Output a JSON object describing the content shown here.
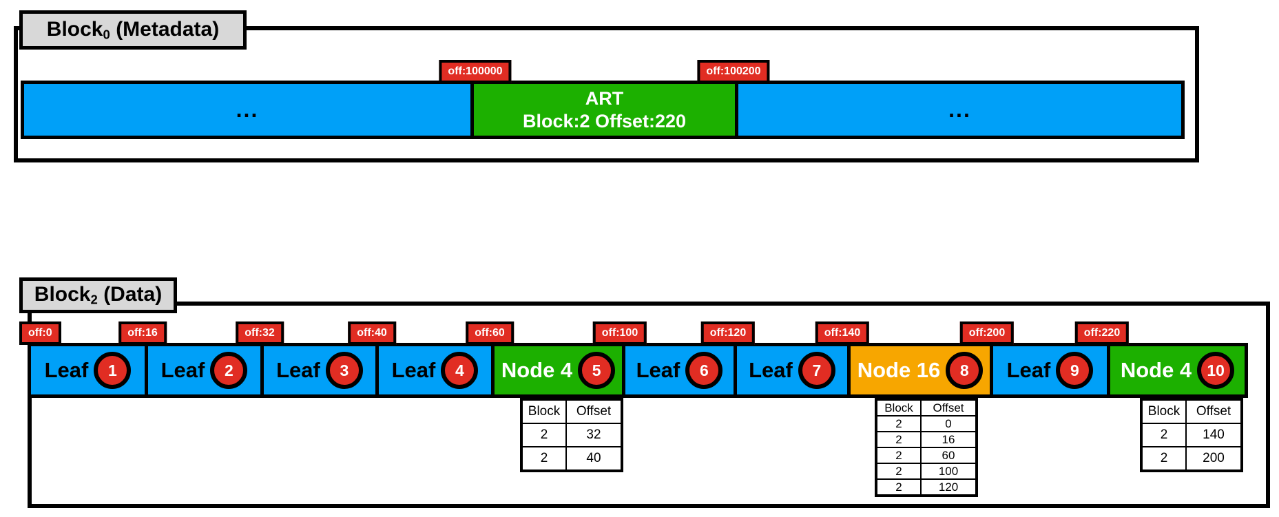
{
  "colors": {
    "blue": "#00A0F8",
    "green": "#1CB000",
    "orange": "#F7A600",
    "red": "#E12D23",
    "gray": "#D8D8D8"
  },
  "top_section": {
    "label": {
      "prefix": "Block",
      "subscript": "0",
      "suffix": "(Metadata)"
    },
    "offset_labels": [
      "off:100000",
      "off:100200"
    ],
    "segments": [
      {
        "label": "..."
      },
      {
        "title": "ART",
        "subtitle": "Block:2 Offset:220"
      },
      {
        "label": "..."
      }
    ]
  },
  "bottom_section": {
    "label": {
      "prefix": "Block",
      "subscript": "2",
      "suffix": "(Data)"
    },
    "offset_labels": [
      "off:0",
      "off:16",
      "off:32",
      "off:40",
      "off:60",
      "off:100",
      "off:120",
      "off:140",
      "off:200",
      "off:220"
    ],
    "segments": [
      {
        "label": "Leaf",
        "badge": "1"
      },
      {
        "label": "Leaf",
        "badge": "2"
      },
      {
        "label": "Leaf",
        "badge": "3"
      },
      {
        "label": "Leaf",
        "badge": "4"
      },
      {
        "label": "Node 4",
        "badge": "5"
      },
      {
        "label": "Leaf",
        "badge": "6"
      },
      {
        "label": "Leaf",
        "badge": "7"
      },
      {
        "label": "Node 16",
        "badge": "8"
      },
      {
        "label": "Leaf",
        "badge": "9"
      },
      {
        "label": "Node 4",
        "badge": "10"
      }
    ],
    "tables": [
      {
        "headers": [
          "Block",
          "Offset"
        ],
        "rows": [
          [
            "2",
            "32"
          ],
          [
            "2",
            "40"
          ]
        ]
      },
      {
        "headers": [
          "Block",
          "Offset"
        ],
        "rows": [
          [
            "2",
            "0"
          ],
          [
            "2",
            "16"
          ],
          [
            "2",
            "60"
          ],
          [
            "2",
            "100"
          ],
          [
            "2",
            "120"
          ]
        ]
      },
      {
        "headers": [
          "Block",
          "Offset"
        ],
        "rows": [
          [
            "2",
            "140"
          ],
          [
            "2",
            "200"
          ]
        ]
      }
    ]
  }
}
